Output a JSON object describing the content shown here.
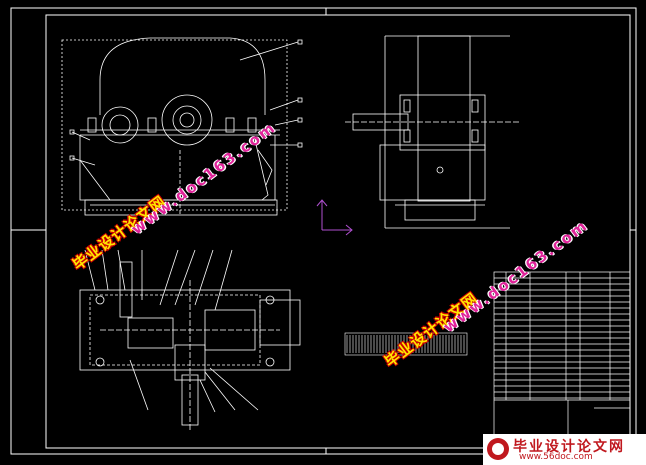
{
  "drawing": {
    "stroke_color": "#ffffff",
    "frame_color": "#ffffff",
    "axis_color": "#b050d0",
    "background": "#000000"
  },
  "watermarks": [
    {
      "id": "wm1",
      "text": "毕业设计论文网"
    },
    {
      "id": "wm2",
      "text": "www.doc163.com"
    },
    {
      "id": "wm3",
      "text": "毕业设计论文网"
    },
    {
      "id": "wm4",
      "text": "www.doc163.com"
    }
  ],
  "logo": {
    "title": "毕业设计论文网",
    "url": "www.56doc.com"
  }
}
